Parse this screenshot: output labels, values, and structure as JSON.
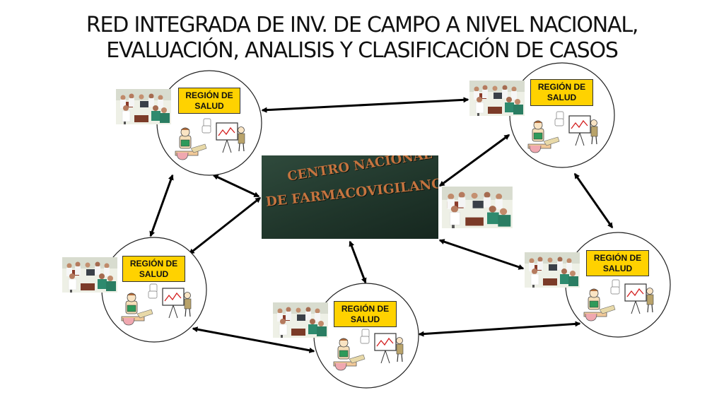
{
  "title": {
    "line1": "RED  INTEGRADA DE INV. DE CAMPO A NIVEL NACIONAL,",
    "line2": "EVALUACIÓN, ANALISIS Y CLASIFICACIÓN DE CASOS"
  },
  "center": {
    "line1": "CENTRO NACIONAL",
    "line2": "DE FARMACOVIGILANCIA"
  },
  "regions": [
    {
      "label_line1": "REGIÓN DE",
      "label_line2": "SALUD"
    },
    {
      "label_line1": "REGIÓN DE",
      "label_line2": "SALUD"
    },
    {
      "label_line1": "REGIÓN DE",
      "label_line2": "SALUD"
    },
    {
      "label_line1": "REGIÓN DE",
      "label_line2": "SALUD"
    },
    {
      "label_line1": "REGIÓN DE",
      "label_line2": "SALUD"
    }
  ],
  "colors": {
    "label_fill": "#ffd200",
    "center_text": "#c5743f",
    "center_bg": "#20362b",
    "arrow": "#000000"
  }
}
